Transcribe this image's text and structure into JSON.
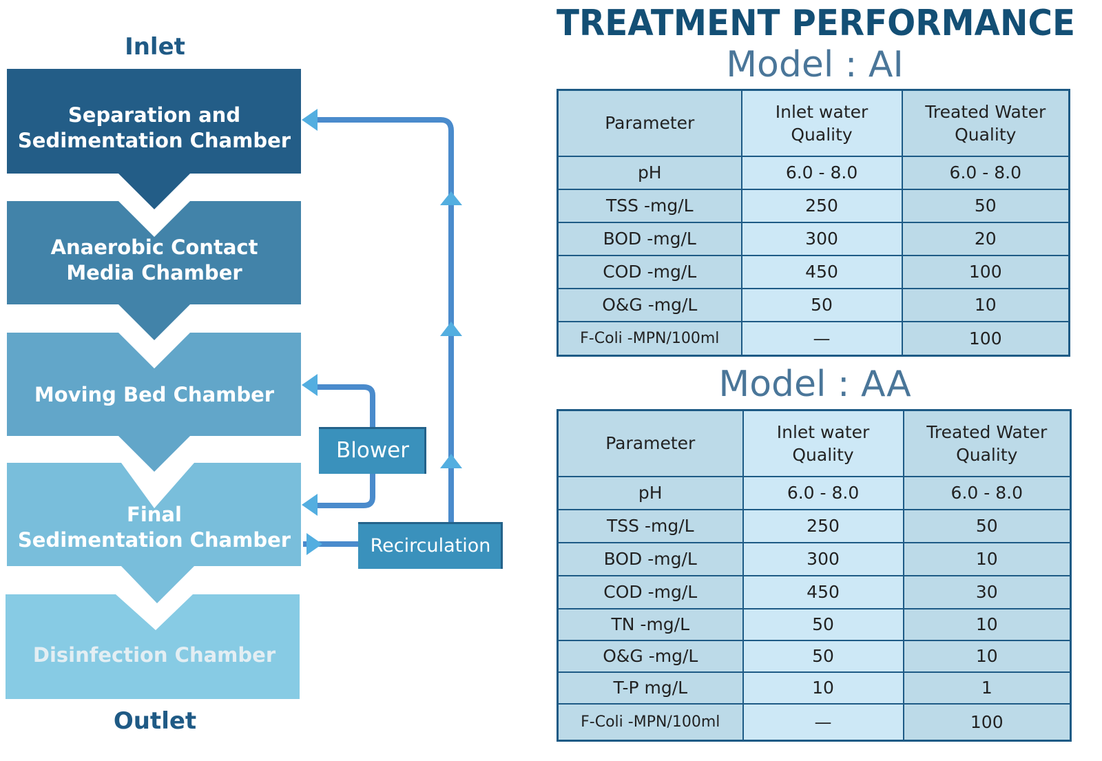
{
  "diagram": {
    "inlet_label": "Inlet",
    "outlet_label": "Outlet",
    "chambers": [
      {
        "label": "Separation and\nSedimentation Chamber",
        "color": "#235d87"
      },
      {
        "label": "Anaerobic Contact\nMedia Chamber",
        "color": "#4283a9"
      },
      {
        "label": "Moving Bed Chamber",
        "color": "#62a6c9"
      },
      {
        "label": "Final\nSedimentation Chamber",
        "color": "#79bedb"
      },
      {
        "label": "Disinfection Chamber",
        "color": "#87cbe4"
      }
    ],
    "blower_label": "Blower",
    "recirculation_label": "Recirculation",
    "pipe_color": "#4a8bcc",
    "arrow_color": "#53aee0"
  },
  "panel": {
    "title": "TREATMENT PERFORMANCE",
    "models": [
      {
        "title": "Model : AI",
        "headers": [
          "Parameter",
          "Inlet water\nQuality",
          "Treated Water\nQuality"
        ],
        "rows": [
          [
            "pH",
            "6.0 - 8.0",
            "6.0 - 8.0"
          ],
          [
            "TSS -mg/L",
            "250",
            "50"
          ],
          [
            "BOD -mg/L",
            "300",
            "20"
          ],
          [
            "COD -mg/L",
            "450",
            "100"
          ],
          [
            "O&G -mg/L",
            "50",
            "10"
          ],
          [
            "F-Coli -MPN/100ml",
            "—",
            "100"
          ]
        ]
      },
      {
        "title": "Model : AA",
        "headers": [
          "Parameter",
          "Inlet water\nQuality",
          "Treated Water\nQuality"
        ],
        "rows": [
          [
            "pH",
            "6.0 - 8.0",
            "6.0 - 8.0"
          ],
          [
            "TSS -mg/L",
            "250",
            "50"
          ],
          [
            "BOD -mg/L",
            "300",
            "10"
          ],
          [
            "COD -mg/L",
            "450",
            "30"
          ],
          [
            "TN -mg/L",
            "50",
            "10"
          ],
          [
            "O&G -mg/L",
            "50",
            "10"
          ],
          [
            "T-P mg/L",
            "10",
            "1"
          ],
          [
            "F-Coli -MPN/100ml",
            "—",
            "100"
          ]
        ]
      }
    ]
  }
}
